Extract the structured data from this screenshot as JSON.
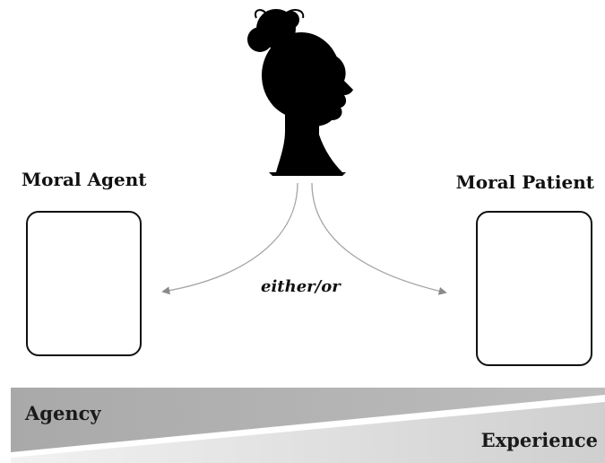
{
  "diagram": {
    "labels": {
      "moral_agent": "Moral Agent",
      "moral_patient": "Moral Patient",
      "either_or": "either/or",
      "agency": "Agency",
      "experience": "Experience"
    },
    "icons": {
      "person_head": "woman-head-silhouette-icon",
      "agent_symbol": "superman-shield-icon",
      "patient_symbol": "crouching-person-silhouette-icon"
    },
    "colors": {
      "agency_band": "#b3b3b3",
      "experience_band": "#d0d0d0",
      "silhouette": "#000000",
      "arrow": "#999999"
    }
  }
}
